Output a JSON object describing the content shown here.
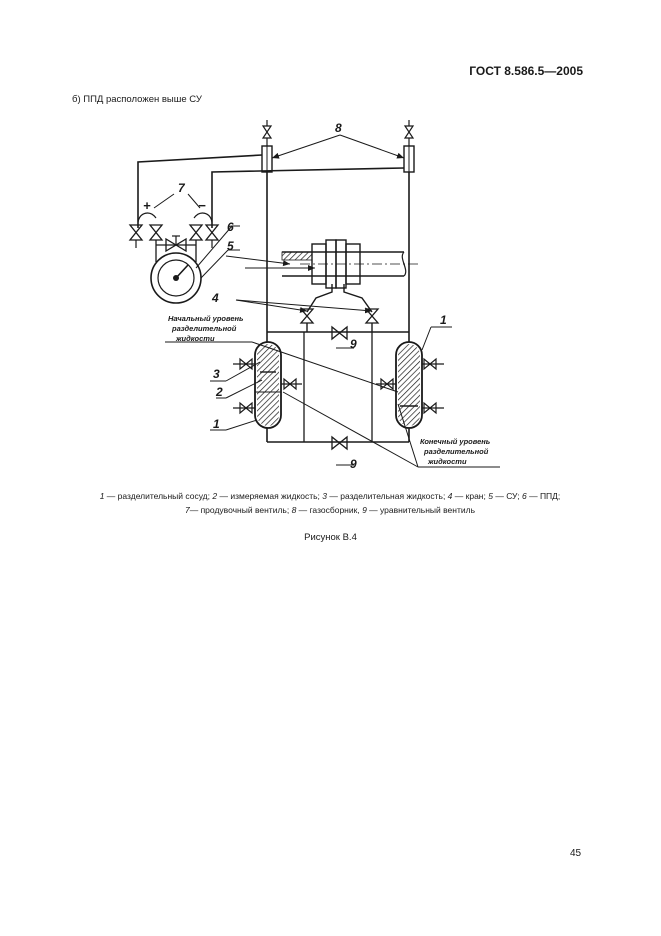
{
  "header": {
    "doc_id": "ГОСТ 8.586.5—2005"
  },
  "subtitle": "б)  ППД расположен выше СУ",
  "figure": {
    "labels": {
      "n8": "8",
      "n7": "7",
      "plus": "+",
      "minus": "−",
      "n6": "6",
      "n5": "5",
      "n4": "4",
      "n9a": "9",
      "n1a": "1",
      "n3": "3",
      "n2": "2",
      "n1b": "1",
      "n9b": "9"
    },
    "note_initial": [
      "Начальный уровень",
      "разделительной",
      "жидкости"
    ],
    "note_final": [
      "Конечный уровень",
      "разделительной",
      "жидкости"
    ]
  },
  "legend": {
    "line1": [
      {
        "num": "1",
        "text": " — разделительный сосуд; "
      },
      {
        "num": "2",
        "text": " — измеряемая жидкость; "
      },
      {
        "num": "3",
        "text": " — разделительная жидкость; "
      },
      {
        "num": "4",
        "text": " — кран; "
      },
      {
        "num": "5",
        "text": " — СУ; "
      },
      {
        "num": "6",
        "text": " — ППД;"
      }
    ],
    "line2": [
      {
        "num": "7",
        "text": "— продувочный вентиль; "
      },
      {
        "num": "8",
        "text": " — газосборник, "
      },
      {
        "num": "9",
        "text": " — уравнительный вентиль"
      }
    ]
  },
  "caption": "Рисунок В.4",
  "page_number": "45"
}
